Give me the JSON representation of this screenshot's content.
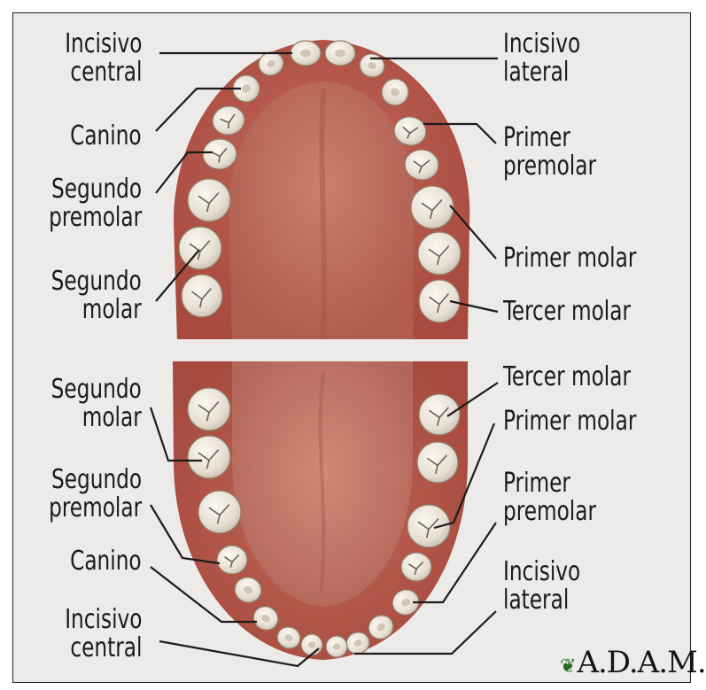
{
  "diagram": {
    "upper_labels_left": [
      {
        "id": "incisivo-central-sup",
        "lines": [
          "Incisivo",
          "central"
        ]
      },
      {
        "id": "canino-sup",
        "lines": [
          "Canino"
        ]
      },
      {
        "id": "segundo-premolar-sup",
        "lines": [
          "Segundo",
          "premolar"
        ]
      },
      {
        "id": "segundo-molar-sup",
        "lines": [
          "Segundo",
          "molar"
        ]
      }
    ],
    "upper_labels_right": [
      {
        "id": "incisivo-lateral-sup",
        "lines": [
          "Incisivo",
          "lateral"
        ]
      },
      {
        "id": "primer-premolar-sup",
        "lines": [
          "Primer",
          "premolar"
        ]
      },
      {
        "id": "primer-molar-sup",
        "lines": [
          "Primer molar"
        ]
      },
      {
        "id": "tercer-molar-sup",
        "lines": [
          "Tercer molar"
        ]
      }
    ],
    "lower_labels_left": [
      {
        "id": "segundo-molar-inf",
        "lines": [
          "Segundo",
          "molar"
        ]
      },
      {
        "id": "segundo-premolar-inf",
        "lines": [
          "Segundo",
          "premolar"
        ]
      },
      {
        "id": "canino-inf",
        "lines": [
          "Canino"
        ]
      },
      {
        "id": "incisivo-central-inf",
        "lines": [
          "Incisivo",
          "central"
        ]
      }
    ],
    "lower_labels_right": [
      {
        "id": "tercer-molar-inf",
        "lines": [
          "Tercer molar"
        ]
      },
      {
        "id": "primer-molar-inf",
        "lines": [
          "Primer molar"
        ]
      },
      {
        "id": "primer-premolar-inf",
        "lines": [
          "Primer",
          "premolar"
        ]
      },
      {
        "id": "incisivo-lateral-inf",
        "lines": [
          "Incisivo",
          "lateral"
        ]
      }
    ],
    "logo": "A.D.A.M.",
    "colors": {
      "background": "#ecebe9",
      "gum": "#b9574a",
      "tongue": "#b96f63",
      "tooth": "#efe9e0",
      "leader": "#1b1b1b"
    }
  }
}
